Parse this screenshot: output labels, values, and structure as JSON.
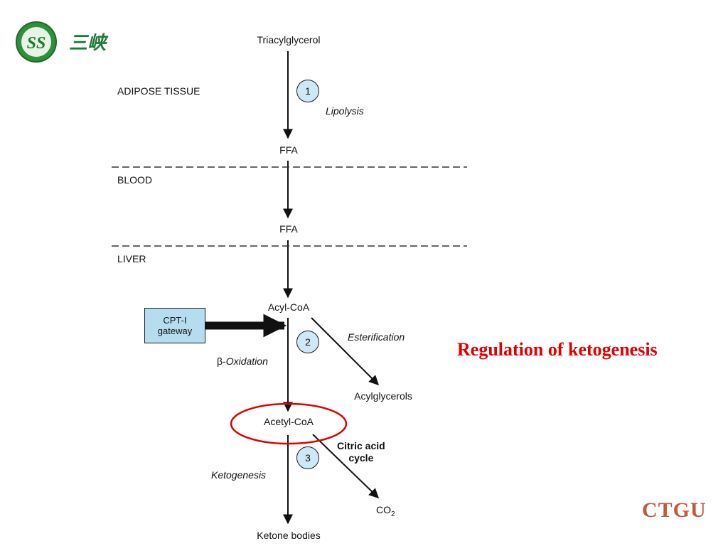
{
  "slide_title": "Regulation of ketogenesis",
  "brand": {
    "logo_text": "三峡",
    "footer_brand": "CTGU"
  },
  "colors": {
    "title": "#e00000",
    "highlight_ellipse": "#e00000",
    "circle_fill": "#cfe8f7",
    "box_fill": "#b6dcef",
    "brand": "#c25a3a",
    "logo_green": "#1e7a34"
  },
  "diagram": {
    "nodes": {
      "triacylglycerol": "Triacylglycerol",
      "ffa_1": "FFA",
      "ffa_2": "FFA",
      "acyl_coa": "Acyl-CoA",
      "acylglycerols": "Acylglycerols",
      "acetyl_coa": "Acetyl-CoA",
      "co2_main": "CO",
      "co2_sub": "2",
      "ketone_bodies": "Ketone bodies"
    },
    "compartments": {
      "adipose": "ADIPOSE TISSUE",
      "blood": "BLOOD",
      "liver": "LIVER"
    },
    "processes": {
      "lipolysis": "Lipolysis",
      "esterification": "Esterification",
      "beta_prefix": "β-",
      "beta_oxidation": "Oxidation",
      "ketogenesis": "Ketogenesis",
      "citric_line1": "Citric acid",
      "citric_line2": "cycle"
    },
    "steps": {
      "step1": "1",
      "step2": "2",
      "step3": "3"
    },
    "gateway": {
      "line1": "CPT-I",
      "line2": "gateway"
    }
  }
}
